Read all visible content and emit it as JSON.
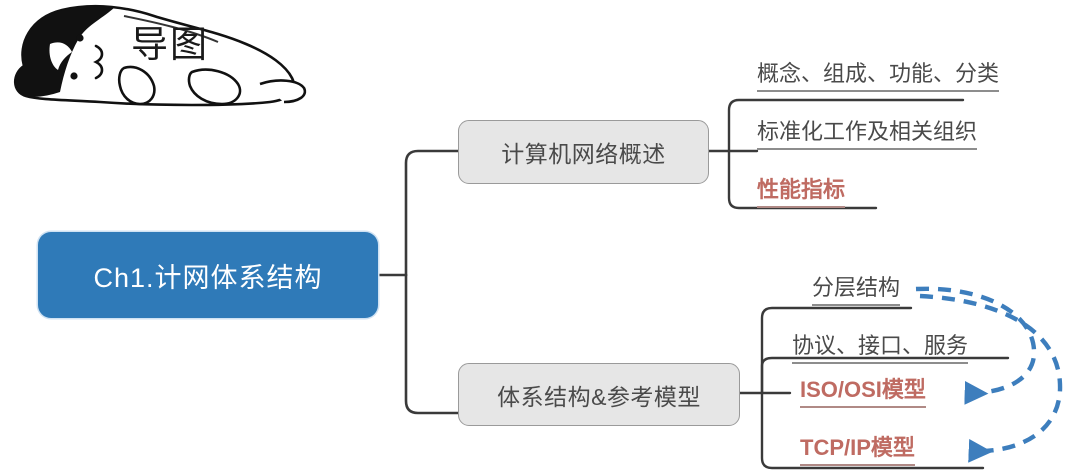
{
  "doodle": {
    "title": "导图",
    "icon": "sleeping-cat-doodle"
  },
  "colors": {
    "root_fill": "#2f7ab8",
    "root_text": "#ffffff",
    "branch_fill": "#e6e6e6",
    "branch_border": "#9a9a9a",
    "branch_text": "#4a4a4a",
    "leaf_text": "#4a4a4a",
    "accent_text": "#bf6b62",
    "rule": "#8d8d8d",
    "arrow": "#3d7ebd",
    "background": "#ffffff"
  },
  "mindmap": {
    "root": {
      "label": "Ch1.计网体系结构"
    },
    "branches": [
      {
        "label": "计算机网络概述",
        "leaves": [
          {
            "label": "概念、组成、功能、分类",
            "style": "plain"
          },
          {
            "label": "标准化工作及相关组织",
            "style": "plain"
          },
          {
            "label": "性能指标",
            "style": "accent"
          }
        ]
      },
      {
        "label": "体系结构&参考模型",
        "leaves": [
          {
            "label": "分层结构",
            "style": "plain"
          },
          {
            "label": "协议、接口、服务",
            "style": "plain"
          },
          {
            "label": "ISO/OSI模型",
            "style": "accent"
          },
          {
            "label": "TCP/IP模型",
            "style": "accent"
          }
        ]
      }
    ],
    "annotations": [
      {
        "name": "dashed-arrow-to-iso-osi",
        "from": "分层结构",
        "to": "ISO/OSI模型",
        "style": "dashed-curve-arrow"
      },
      {
        "name": "dashed-arrow-to-tcp-ip",
        "from": "分层结构",
        "to": "TCP/IP模型",
        "style": "dashed-curve-arrow"
      }
    ]
  }
}
